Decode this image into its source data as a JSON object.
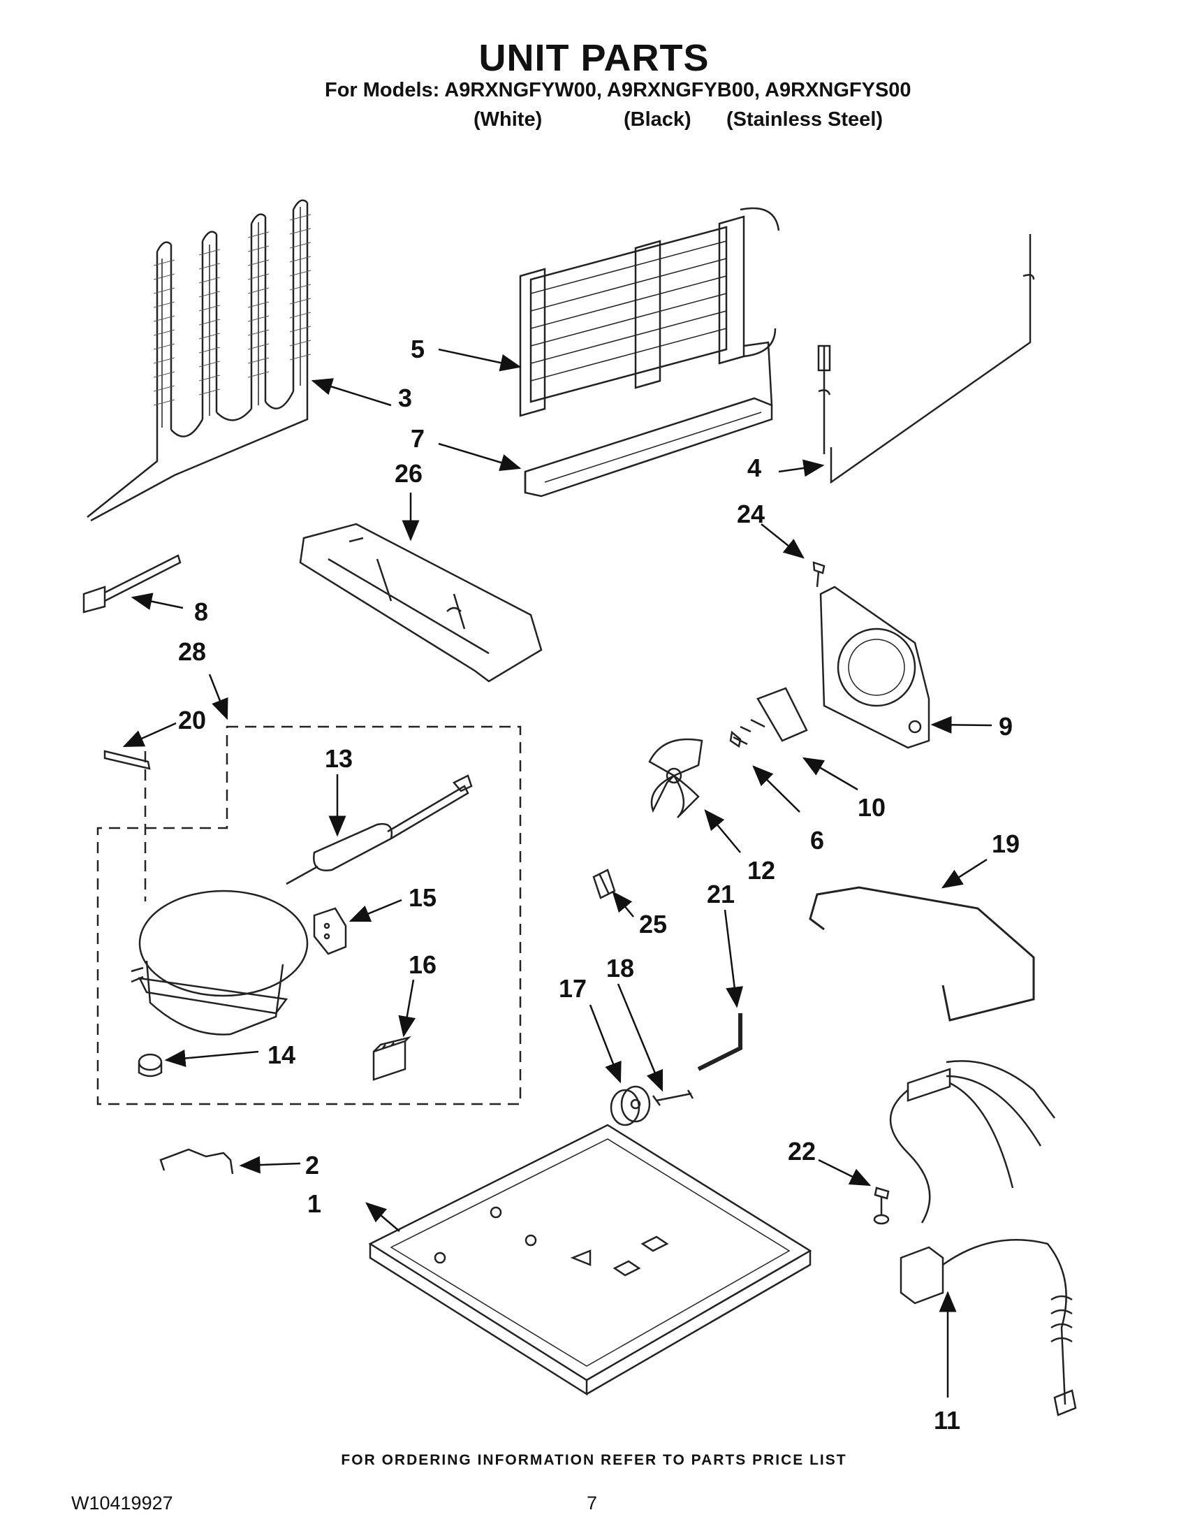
{
  "header": {
    "title": "UNIT PARTS",
    "models_line": "For Models: A9RXNGFYW00, A9RXNGFYB00, A9RXNGFYS00",
    "variants": [
      "(White)",
      "(Black)",
      "(Stainless Steel)"
    ]
  },
  "callouts": [
    "1",
    "2",
    "3",
    "4",
    "5",
    "6",
    "7",
    "8",
    "9",
    "10",
    "11",
    "12",
    "13",
    "14",
    "15",
    "16",
    "17",
    "18",
    "19",
    "20",
    "21",
    "22",
    "24",
    "25",
    "26",
    "28"
  ],
  "footer": {
    "ordering_note": "FOR ORDERING INFORMATION REFER TO PARTS PRICE LIST",
    "doc_number": "W10419927",
    "page_number": "7"
  }
}
